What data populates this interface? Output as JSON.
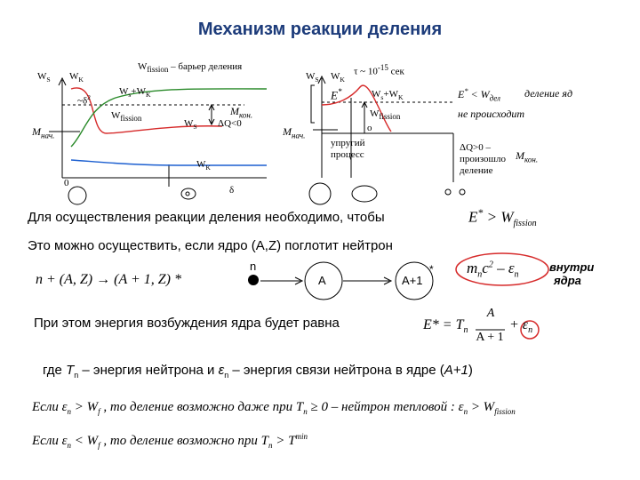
{
  "title": "Механизм реакции деления",
  "graph_left": {
    "y1": "W",
    "y1_sub": "S",
    "y2": "W",
    "y2_sub": "K",
    "barrier": "W",
    "barrier_sub": "fission",
    "barrier_note": " – барьер деления",
    "neg_delta": "~δ",
    "neg_delta_sup": "2",
    "sum": "W",
    "sum_s": "s",
    "sum_plus": "+W",
    "sum_k": "K",
    "wfission": "W",
    "wfission_sub": "fission",
    "ws": "W",
    "ws_sub": "S",
    "dq": "ΔQ<0",
    "wk": "W",
    "wk_sub": "K",
    "mnuc": "M",
    "mnuc_sub": "нач.",
    "mkon": "M",
    "mkon_sub": "кон.",
    "zero": "0",
    "delta": "δ"
  },
  "graph_right": {
    "y1": "W",
    "y1_sub": "S",
    "y2": "W",
    "y2_sub": "K",
    "tau": "τ ~ 10",
    "tau_sup": "-15",
    "tau_unit": " сек",
    "estar": "E",
    "estar_sup": "*",
    "sum": "W",
    "sum_s": "s",
    "sum_plus": "+W",
    "sum_k": "K",
    "wfission": "W",
    "wfission_sub": "fission",
    "elastic1": "упругий",
    "elastic2": "процесс",
    "dq1": "ΔQ>0 –",
    "dq2": "произошло",
    "dq3": "деление",
    "mnuc": "M",
    "mnuc_sub": "нач.",
    "mkon": "M",
    "mkon_sub": "кон.",
    "cond_lhs": "E",
    "cond_lhs_sup": "*",
    "cond_op": " < W",
    "cond_sub": "дел",
    "cond_text1": "деление яд",
    "cond_text2": "не происходит",
    "tick_label": "о"
  },
  "line1_text": "Для осуществления реакции деления необходимо, чтобы",
  "line1_formula": {
    "lhs": "E",
    "sup": "*",
    "op": " > W",
    "sub": "fission"
  },
  "line2_text": "Это можно осуществить, если ядро (A,Z) поглотит нейтрон",
  "reaction": "n + (A, Z) → (A + 1, Z) *",
  "diagram": {
    "n": "n",
    "A": "A",
    "A1": "A+1",
    "star": "*"
  },
  "binding": {
    "lhs": "m",
    "lhs_sub": "n",
    "lhs_c": "c",
    "lhs_sup": "2",
    "minus": " – ε",
    "minus_sub": "n"
  },
  "inside_label1": "внутри",
  "inside_label2": "ядра",
  "line3_text": "При этом энергия возбуждения ядра будет равна",
  "energy_formula": {
    "lhs": "E* = T",
    "lhs_sub": "n",
    "num": "A",
    "den": "A + 1",
    "plus": "+ ε",
    "plus_sub": "n"
  },
  "line4": {
    "a": "где ",
    "tn": "T",
    "tn_sub": "n",
    "b": " – энергия нейтрона и ",
    "en": "ε",
    "en_sub": "n",
    "c": " – энергия связи нейтрона в ядре (",
    "d": "A+1",
    "e": ")"
  },
  "cond1": "Если ε",
  "cond1_sub": "n",
  "cond1_b": " > W",
  "cond1_sub2": "f",
  "cond1_c": " , то деление возможно даже при T",
  "cond1_sub3": "n",
  "cond1_d": " ≥ 0 – нейтрон тепловой :  ε",
  "cond1_sub4": "n",
  "cond1_e": " > W",
  "cond1_sub5": "fission",
  "cond2": "Если ε",
  "cond2_sub": "n",
  "cond2_b": " < W",
  "cond2_sub2": "f",
  "cond2_c": " , то деление возможно при  T",
  "cond2_sub3": "n",
  "cond2_d": " > T",
  "cond2_sup": "min"
}
